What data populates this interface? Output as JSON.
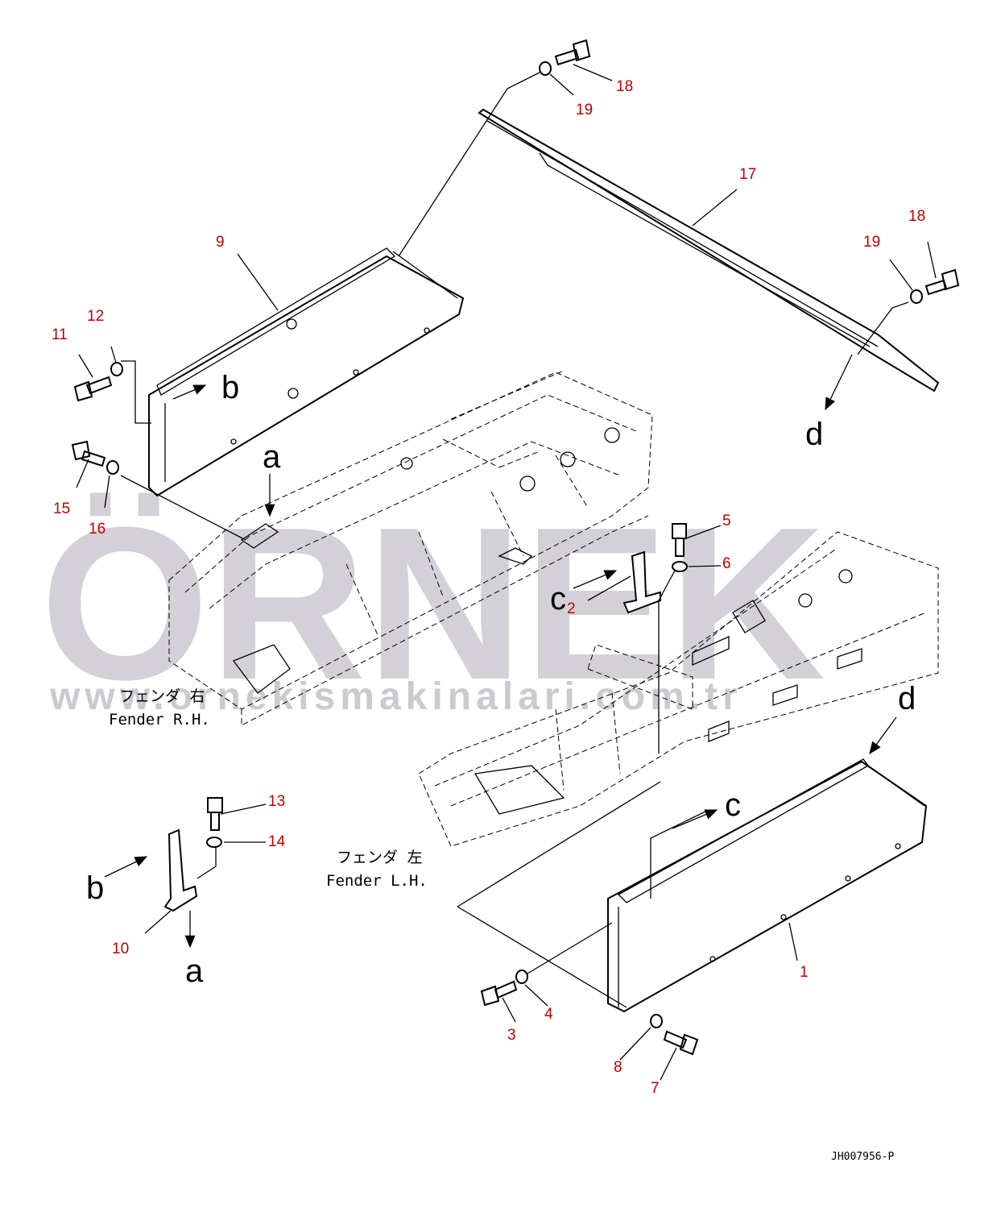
{
  "watermark": {
    "brand": "ÖRNEK",
    "url": "www.ornekismakinalari.com.tr",
    "color": "#c7c5cc"
  },
  "colors": {
    "callout": "#c00000",
    "line": "#000000"
  },
  "fender_labels": {
    "rh_jp": "フェンダ 右",
    "rh_en": "Fender R.H.",
    "lh_jp": "フェンダ 左",
    "lh_en": "Fender L.H."
  },
  "drawing_code": "JH007956-P",
  "view_letters": {
    "a1": "a",
    "a2": "a",
    "b1": "b",
    "b2": "b",
    "c1": "c",
    "c2": "c",
    "d1": "d",
    "d2": "d"
  },
  "callouts": {
    "p1": "1",
    "p2": "2",
    "p3": "3",
    "p4": "4",
    "p5": "5",
    "p6": "6",
    "p7": "7",
    "p8": "8",
    "p9": "9",
    "p10": "10",
    "p11": "11",
    "p12": "12",
    "p13": "13",
    "p14": "14",
    "p15": "15",
    "p16": "16",
    "p17": "17",
    "p18a": "18",
    "p18b": "18",
    "p19a": "19",
    "p19b": "19"
  }
}
